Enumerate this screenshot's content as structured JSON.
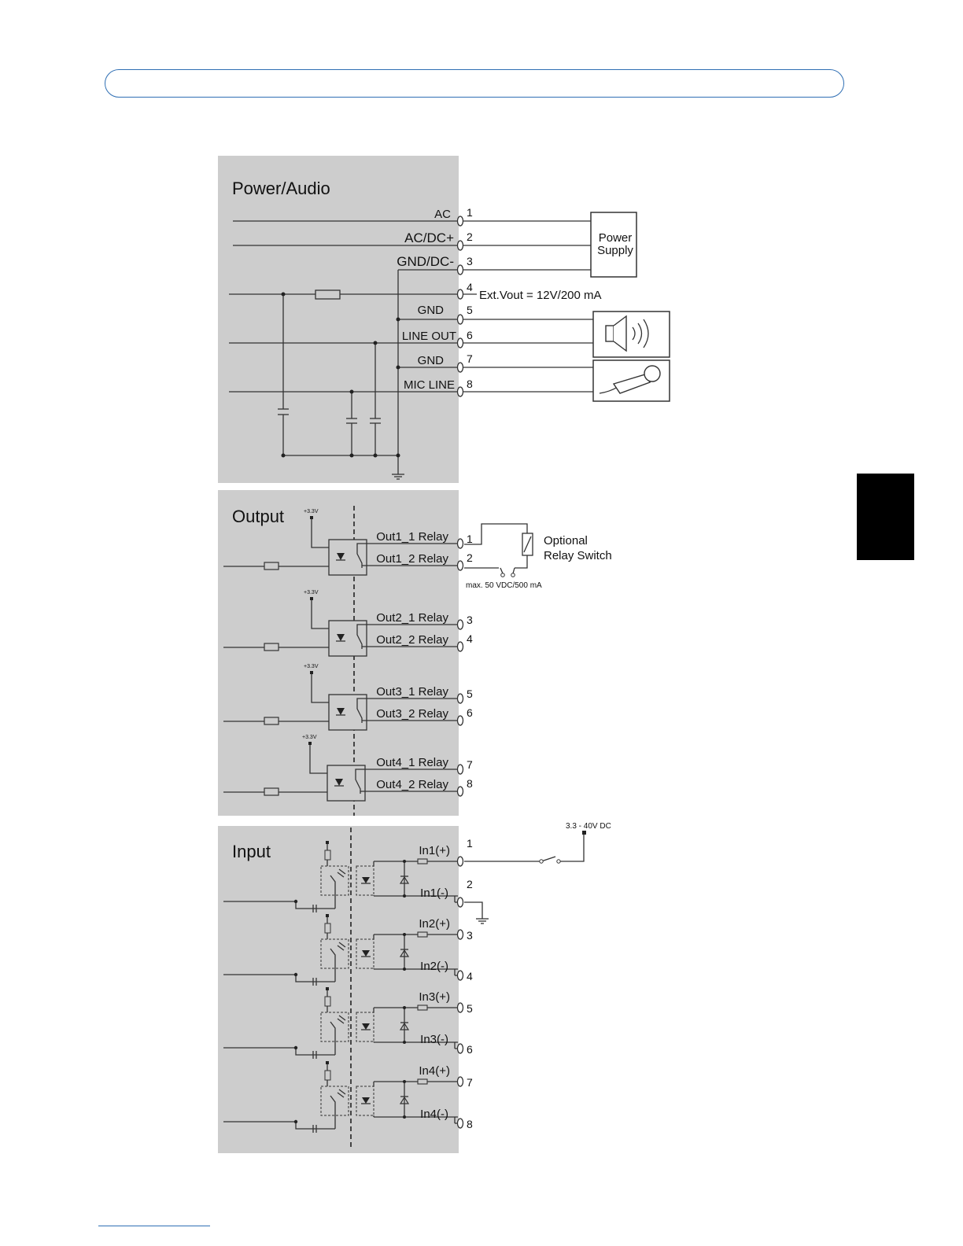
{
  "power_audio": {
    "title": "Power/Audio",
    "signals": [
      "AC",
      "AC/DC+",
      "GND/DC-",
      "",
      "GND",
      "LINE OUT",
      "GND",
      "MIC LINE"
    ],
    "pins": [
      "1",
      "2",
      "3",
      "4",
      "5",
      "6",
      "7",
      "8"
    ],
    "ext_vout": "Ext.Vout = 12V/200 mA",
    "power_supply_line1": "Power",
    "power_supply_line2": "Supply"
  },
  "output": {
    "title": "Output",
    "supply_label": "+3.3V",
    "relays": [
      {
        "a": "Out1_1 Relay",
        "b": "Out1_2 Relay",
        "pa": "1",
        "pb": "2"
      },
      {
        "a": "Out2_1 Relay",
        "b": "Out2_2 Relay",
        "pa": "3",
        "pb": "4"
      },
      {
        "a": "Out3_1 Relay",
        "b": "Out3_2 Relay",
        "pa": "5",
        "pb": "6"
      },
      {
        "a": "Out4_1 Relay",
        "b": "Out4_2 Relay",
        "pa": "7",
        "pb": "8"
      }
    ],
    "optional_line1": "Optional",
    "optional_line2": "Relay Switch",
    "max_rating": "max. 50 VDC/500 mA"
  },
  "input": {
    "title": "Input",
    "channels": [
      {
        "p": "In1(+)",
        "n": "In1(-)",
        "pp": "1",
        "pn": "2"
      },
      {
        "p": "In2(+)",
        "n": "In2(-)",
        "pp": "3",
        "pn": "4"
      },
      {
        "p": "In3(+)",
        "n": "In3(-)",
        "pp": "5",
        "pn": "6"
      },
      {
        "p": "In4(+)",
        "n": "In4(-)",
        "pp": "7",
        "pn": "8"
      }
    ],
    "dc_range": "3.3 - 40V DC"
  },
  "colors": {
    "panel": "#cdcdcd",
    "accent": "#2f6fb4",
    "tab": "#000000"
  }
}
